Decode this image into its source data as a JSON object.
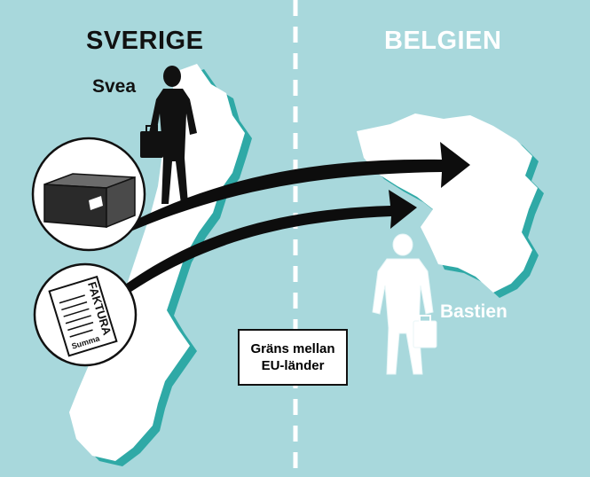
{
  "countries": {
    "left": "SVERIGE",
    "right": "BELGIEN"
  },
  "people": {
    "sender": "Svea",
    "receiver": "Bastien"
  },
  "invoice": {
    "title": "FAKTURA",
    "sum_label": "Summa"
  },
  "border_label": {
    "line1": "Gräns mellan",
    "line2": "EU-länder"
  },
  "colors": {
    "background": "#a8d8dc",
    "land": "#ffffff",
    "land_shadow": "#2fa9a6",
    "title_left": "#111111",
    "title_right": "#ffffff",
    "arrow": "#0d0d0d"
  },
  "icons": {
    "sender_figure": "businesswoman-with-briefcase",
    "receiver_figure": "businessman-with-briefcase",
    "goods": "package-box",
    "document": "invoice-document"
  }
}
